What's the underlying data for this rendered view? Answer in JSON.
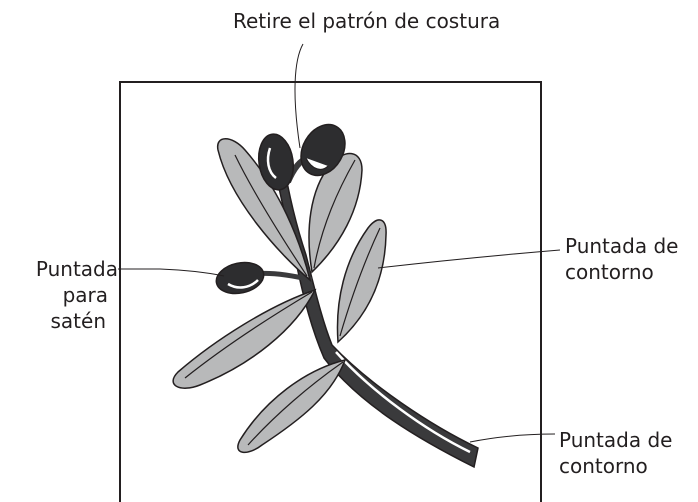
{
  "labels": {
    "top": "Retire el patrón de costura",
    "left_line1": "Puntada",
    "left_line2": "para",
    "left_line3": "satén",
    "right_upper_line1": "Puntada de",
    "right_upper_line2": "contorno",
    "right_lower_line1": "Puntada de",
    "right_lower_line2": "contorno"
  },
  "colors": {
    "leaf_fill": "#b8b9ba",
    "stem_fill": "#3a3a3c",
    "berry_fill": "#2d2d2f",
    "outline": "#231f20",
    "frame": "#231f20"
  }
}
